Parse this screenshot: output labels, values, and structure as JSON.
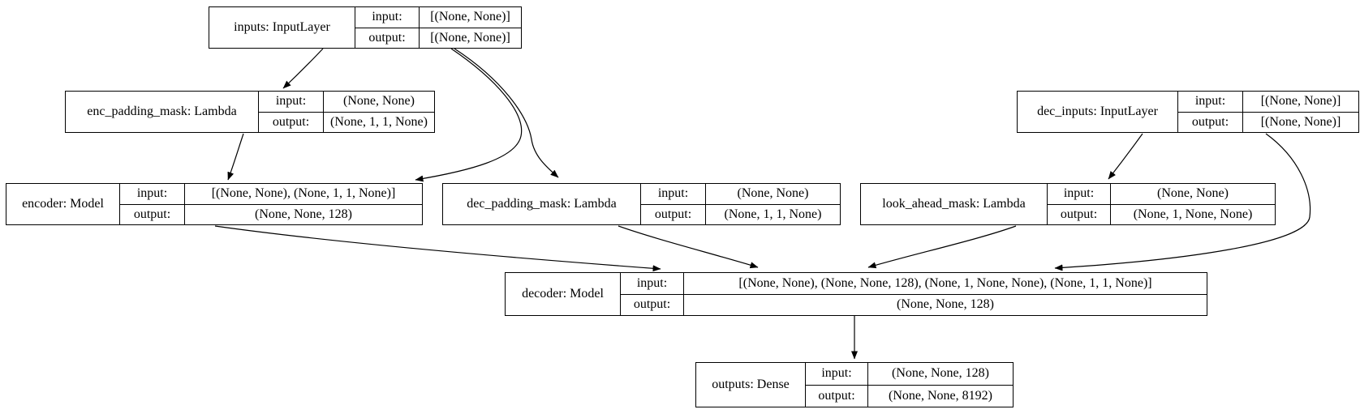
{
  "diagram": {
    "kind": "keras-model-architecture-graph",
    "colors": {
      "background": "#ffffff",
      "node_fill": "#ffffff",
      "line": "#000000",
      "text": "#000000"
    },
    "nodes": [
      {
        "id": "inputs",
        "name": "inputs: InputLayer",
        "input_label": "input:",
        "output_label": "output:",
        "input_shape": "[(None, None)]",
        "output_shape": "[(None, None)]"
      },
      {
        "id": "enc_padding_mask",
        "name": "enc_padding_mask: Lambda",
        "input_label": "input:",
        "output_label": "output:",
        "input_shape": "(None, None)",
        "output_shape": "(None, 1, 1, None)"
      },
      {
        "id": "dec_inputs",
        "name": "dec_inputs: InputLayer",
        "input_label": "input:",
        "output_label": "output:",
        "input_shape": "[(None, None)]",
        "output_shape": "[(None, None)]"
      },
      {
        "id": "encoder",
        "name": "encoder: Model",
        "input_label": "input:",
        "output_label": "output:",
        "input_shape": "[(None, None), (None, 1, 1, None)]",
        "output_shape": "(None, None, 128)"
      },
      {
        "id": "dec_padding_mask",
        "name": "dec_padding_mask: Lambda",
        "input_label": "input:",
        "output_label": "output:",
        "input_shape": "(None, None)",
        "output_shape": "(None, 1, 1, None)"
      },
      {
        "id": "look_ahead_mask",
        "name": "look_ahead_mask: Lambda",
        "input_label": "input:",
        "output_label": "output:",
        "input_shape": "(None, None)",
        "output_shape": "(None, 1, None, None)"
      },
      {
        "id": "decoder",
        "name": "decoder: Model",
        "input_label": "input:",
        "output_label": "output:",
        "input_shape": "[(None, None), (None, None, 128), (None, 1, None, None), (None, 1, 1, None)]",
        "output_shape": "(None, None, 128)"
      },
      {
        "id": "outputs",
        "name": "outputs: Dense",
        "input_label": "input:",
        "output_label": "output:",
        "input_shape": "(None, None, 128)",
        "output_shape": "(None, None, 8192)"
      }
    ],
    "edges": [
      {
        "from": "inputs",
        "to": "enc_padding_mask"
      },
      {
        "from": "inputs",
        "to": "encoder"
      },
      {
        "from": "inputs",
        "to": "dec_padding_mask"
      },
      {
        "from": "enc_padding_mask",
        "to": "encoder"
      },
      {
        "from": "dec_inputs",
        "to": "look_ahead_mask"
      },
      {
        "from": "dec_inputs",
        "to": "decoder"
      },
      {
        "from": "encoder",
        "to": "decoder"
      },
      {
        "from": "dec_padding_mask",
        "to": "decoder"
      },
      {
        "from": "look_ahead_mask",
        "to": "decoder"
      },
      {
        "from": "decoder",
        "to": "outputs"
      }
    ]
  }
}
